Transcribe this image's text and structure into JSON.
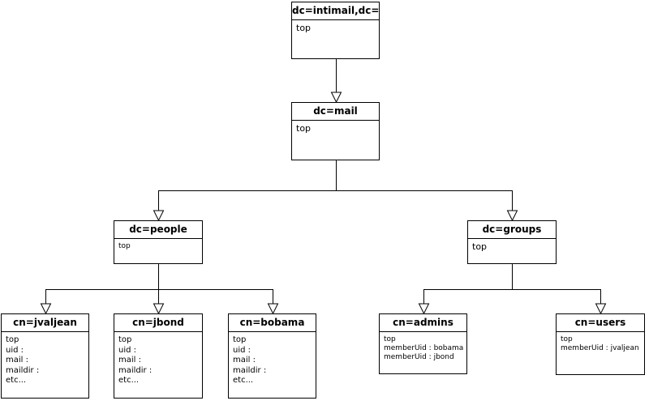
{
  "diagram": {
    "nodes": {
      "root": {
        "title": "dc=intimail,dc=pw",
        "lines": [
          "top"
        ]
      },
      "mail": {
        "title": "dc=mail",
        "lines": [
          "top"
        ]
      },
      "people": {
        "title": "dc=people",
        "lines": [
          "top"
        ]
      },
      "groups": {
        "title": "dc=groups",
        "lines": [
          "top"
        ]
      },
      "jvaljean": {
        "title": "cn=jvaljean",
        "lines": [
          "top",
          "uid :",
          "mail :",
          "maildir :",
          "etc..."
        ]
      },
      "jbond": {
        "title": "cn=jbond",
        "lines": [
          "top",
          "uid :",
          "mail :",
          "maildir :",
          "etc..."
        ]
      },
      "bobama": {
        "title": "cn=bobama",
        "lines": [
          "top",
          "uid :",
          "mail :",
          "maildir :",
          "etc..."
        ]
      },
      "admins": {
        "title": "cn=admins",
        "lines": [
          "top",
          "memberUid : bobama",
          "memberUid : jbond"
        ]
      },
      "users": {
        "title": "cn=users",
        "lines": [
          "top",
          "memberUid : jvaljean"
        ]
      }
    },
    "edges": [
      {
        "from": "root",
        "to": "mail"
      },
      {
        "from": "mail",
        "to": "people"
      },
      {
        "from": "mail",
        "to": "groups"
      },
      {
        "from": "people",
        "to": "jvaljean"
      },
      {
        "from": "people",
        "to": "jbond"
      },
      {
        "from": "people",
        "to": "bobama"
      },
      {
        "from": "groups",
        "to": "admins"
      },
      {
        "from": "groups",
        "to": "users"
      }
    ],
    "colors": {
      "line": "#000000",
      "box_fill": "#ffffff"
    }
  }
}
